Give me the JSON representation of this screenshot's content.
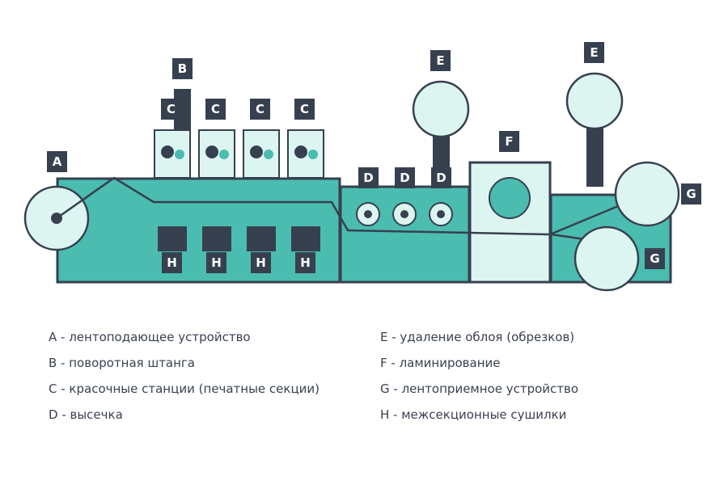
{
  "colors": {
    "dark": "#36404f",
    "teal": "#4bbcb0",
    "light": "#ddf5f1",
    "text": "#3a4150"
  },
  "tags": {
    "a": "A",
    "b": "B",
    "c": "C",
    "d": "D",
    "e": "E",
    "f": "F",
    "g": "G",
    "h": "H"
  },
  "legend": {
    "a": "A - лентоподающее устройство",
    "b": "B - поворотная штанга",
    "c": "C - красочные станции (печатные секции)",
    "d": "D - высечка",
    "e": "E - удаление облоя (обрезков)",
    "f": "F - ламинирование",
    "g": "G - лентоприемное устройство",
    "h": "H - межсекционные сушилки"
  }
}
